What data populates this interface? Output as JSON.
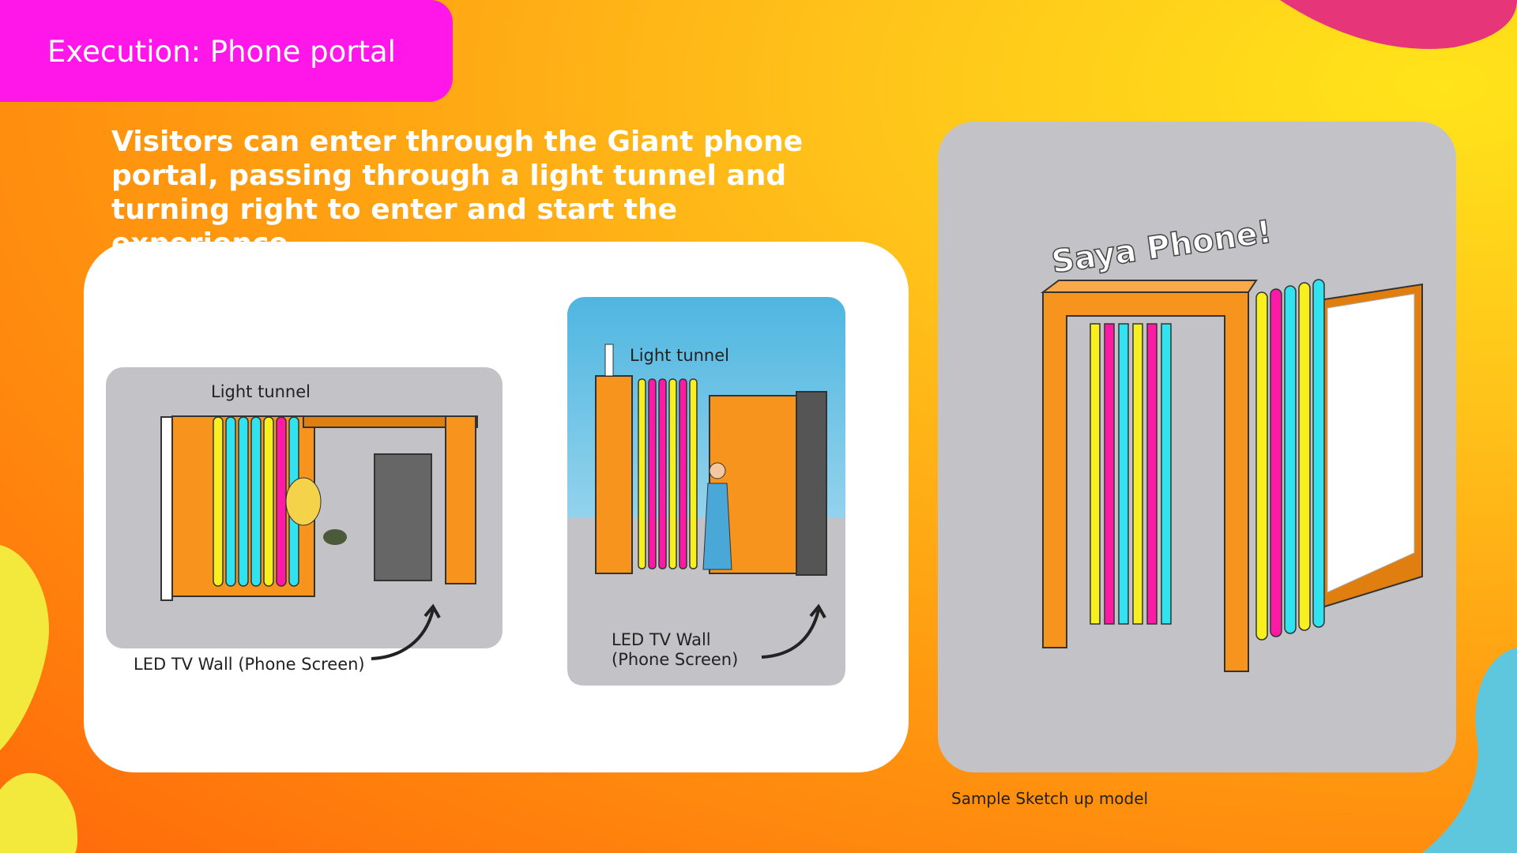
{
  "title": "Execution: Phone portal",
  "intro": "Visitors can enter through the Giant phone portal, passing through a light tunnel and turning right to enter and start the experience.",
  "plan_view": {
    "light_tunnel_label": "Light tunnel",
    "led_wall_label": "LED TV Wall (Phone Screen)"
  },
  "elevation_view": {
    "light_tunnel_label": "Light tunnel",
    "led_wall_label_line1": "LED TV Wall",
    "led_wall_label_line2": "(Phone Screen)"
  },
  "model": {
    "sign_text": "Saya Phone!",
    "caption": "Sample Sketch up model"
  },
  "colors": {
    "magenta": "#ff16e8",
    "orange": "#f7941d",
    "yellow": "#f7f01e",
    "pink": "#ff1aa6",
    "cyan": "#2fe4f0",
    "gray_panel": "#c3c3c7"
  }
}
